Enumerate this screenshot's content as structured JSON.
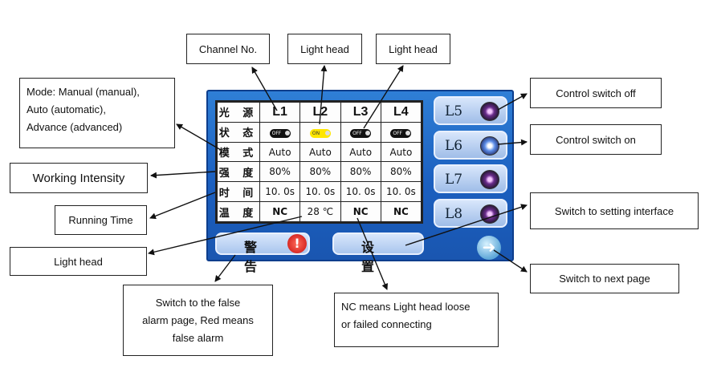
{
  "panel": {
    "row_labels": [
      "光 源",
      "状 态",
      "模 式",
      "强 度",
      "时 间",
      "温 度"
    ],
    "channels": [
      "L1",
      "L2",
      "L3",
      "L4"
    ],
    "states": [
      "OFF",
      "ON",
      "OFF",
      "OFF"
    ],
    "modes": [
      "Auto",
      "Auto",
      "Auto",
      "Auto"
    ],
    "intensity": [
      "80%",
      "80%",
      "80%",
      "80%"
    ],
    "time": [
      "10. 0s",
      "10. 0s",
      "10. 0s",
      "10. 0s"
    ],
    "temperature": [
      "NC",
      "28 ℃",
      "NC",
      "NC"
    ],
    "side_buttons": [
      "L5",
      "L6",
      "L7",
      "L8"
    ],
    "alarm_label": "警 告",
    "alarm_icon": "!",
    "settings_label": "设 置",
    "next_icon": "arrow-right-icon"
  },
  "callouts": {
    "channel_no": "Channel No.",
    "light_head_1": "Light head",
    "light_head_2": "Light head",
    "mode": [
      "Mode: Manual (manual),",
      "Auto (automatic),",
      "Advance (advanced)"
    ],
    "working_intensity": "Working Intensity",
    "running_time": "Running Time",
    "light_head_3": "Light head",
    "false_alarm": [
      "Switch to the false",
      "alarm page, Red means",
      "false alarm"
    ],
    "nc_meaning": [
      "NC means Light head loose",
      "or failed connecting"
    ],
    "switch_off": "Control switch off",
    "switch_on": "Control switch on",
    "setting_interface": "Switch to setting interface",
    "next_page": "Switch to next page"
  }
}
